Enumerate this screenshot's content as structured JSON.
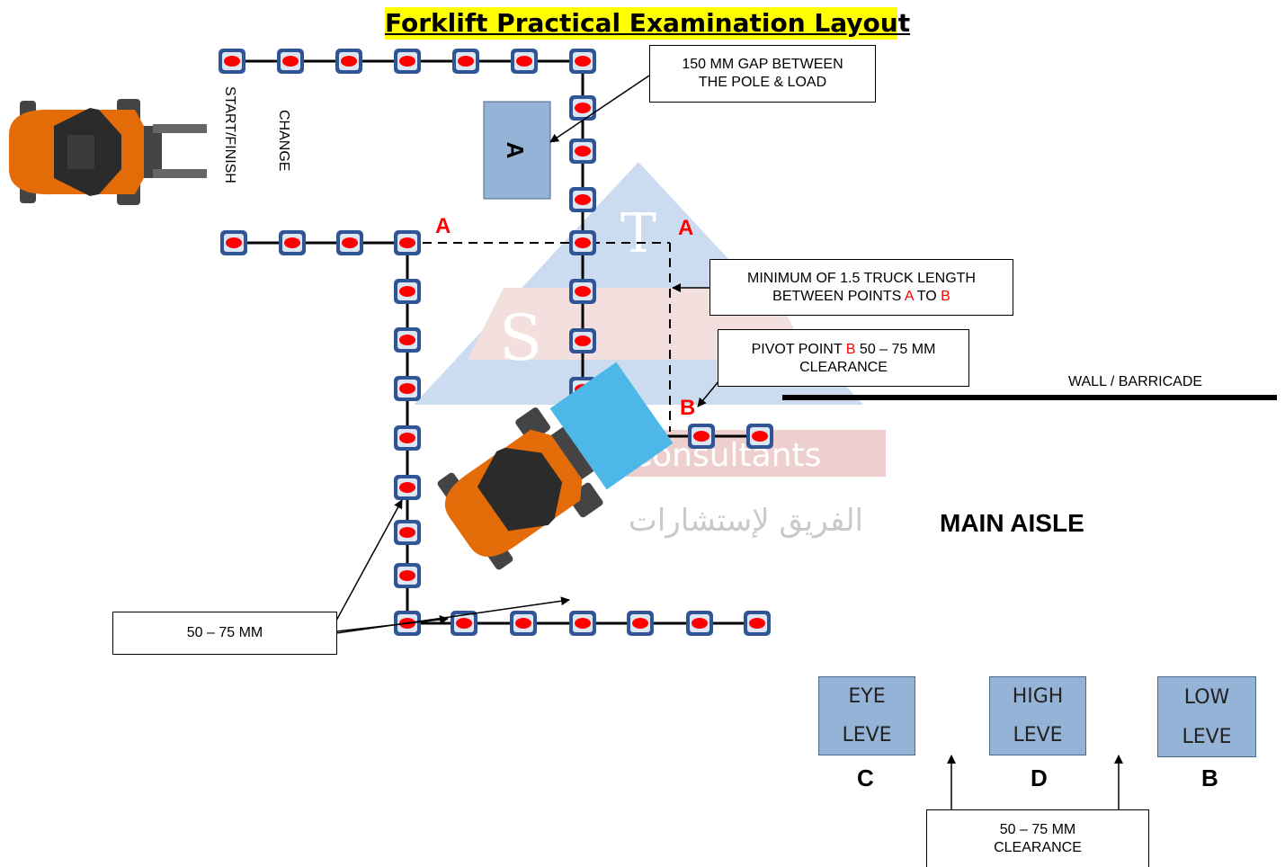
{
  "title": "Forklift Practical Examination Layout",
  "callouts": {
    "gap": "150 MM GAP BETWEEN THE POLE & LOAD",
    "truck_length_prefix": "MINIMUM OF 1.5 TRUCK LENGTH BETWEEN POINTS ",
    "truck_length_a": "A",
    "truck_length_to": " TO ",
    "truck_length_b": "B",
    "pivot_prefix": "PIVOT POINT ",
    "pivot_b": "B",
    "pivot_suffix": " 50 – 75 MM CLEARANCE",
    "left_clearance": "50 – 75 MM",
    "bottom_clearance": "50 – 75 MM CLEARANCE"
  },
  "labels": {
    "start_finish": "START/FINISH",
    "change": "CHANGE",
    "load_a": "A",
    "point_a_left": "A",
    "point_a_right": "A",
    "point_b": "B",
    "wall": "WALL / BARRICADE",
    "main_aisle": "MAIN AISLE"
  },
  "shelves": [
    {
      "line1": "EYE",
      "line2": "LEVE",
      "letter": "C"
    },
    {
      "line1": "HIGH",
      "line2": "LEVE",
      "letter": "D"
    },
    {
      "line1": "LOW",
      "line2": "LEVE",
      "letter": "B"
    }
  ],
  "watermark": {
    "company": "Consultants",
    "arabic": "الفريق لإستشارات"
  },
  "colors": {
    "cone_border": "#2f5597",
    "cone_dot": "#ff0000",
    "forklift": "#e36c09",
    "load": "#4db8e8",
    "shelf": "#95b3d7",
    "title_bg": "#ffff00"
  }
}
